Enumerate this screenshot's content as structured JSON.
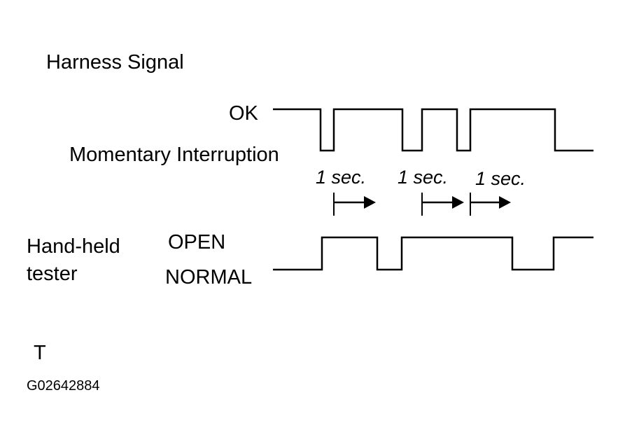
{
  "diagram": {
    "title": "Harness Signal",
    "harness_levels": {
      "high": "OK",
      "low": "Momentary Interruption"
    },
    "timing_labels": [
      "1 sec.",
      "1 sec.",
      "1 sec."
    ],
    "tester_label": "Hand-held tester",
    "tester_label_lines": [
      "Hand-held",
      "tester"
    ],
    "tester_levels": {
      "high": "OPEN",
      "low": "NORMAL"
    },
    "corner_mark": "T",
    "figure_code": "G02642884",
    "line_color": "#000000",
    "background": "#ffffff"
  }
}
